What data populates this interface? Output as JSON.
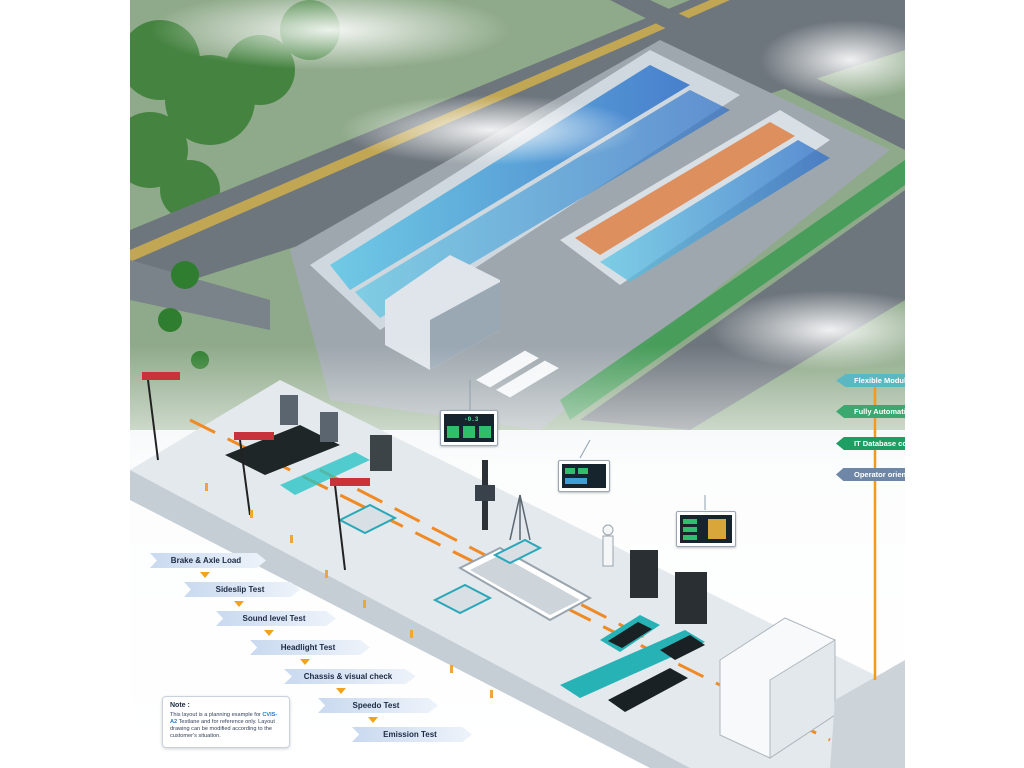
{
  "process_steps": [
    {
      "label": "Brake & Axle Load"
    },
    {
      "label": "Sideslip Test"
    },
    {
      "label": "Sound level Test"
    },
    {
      "label": "Headlight Test"
    },
    {
      "label": "Chassis & visual check"
    },
    {
      "label": "Speedo Test"
    },
    {
      "label": "Emission Test"
    }
  ],
  "features": [
    {
      "label": "Flexible Modular design of each Work station",
      "color": "#5bb8c2"
    },
    {
      "label": "Fully Automatic control of equipment",
      "color": "#3aa86f"
    },
    {
      "label": "IT Database connection to each IPC",
      "color": "#1f9e63"
    },
    {
      "label": "Operator oriented Display facility",
      "color": "#6f87a6"
    }
  ],
  "note": {
    "title": "Note :",
    "text_before": "This layout is a planning example for ",
    "highlight": "CVIS-A2",
    "text_after": " Testlane and for reference only. Layout drawing can be modified according to the customer's situation."
  },
  "monitor_readout": "-0.3",
  "colors": {
    "accent_orange": "#f39a1e",
    "step_text": "#1c2a44",
    "lane_blue": "#3d8fd6",
    "grass": "#3f8f3c"
  },
  "icons": [
    "tree-icon",
    "car-icon",
    "truck-icon",
    "monitor-icon",
    "camera-tripod-icon",
    "operator-icon",
    "cabinet-icon"
  ]
}
